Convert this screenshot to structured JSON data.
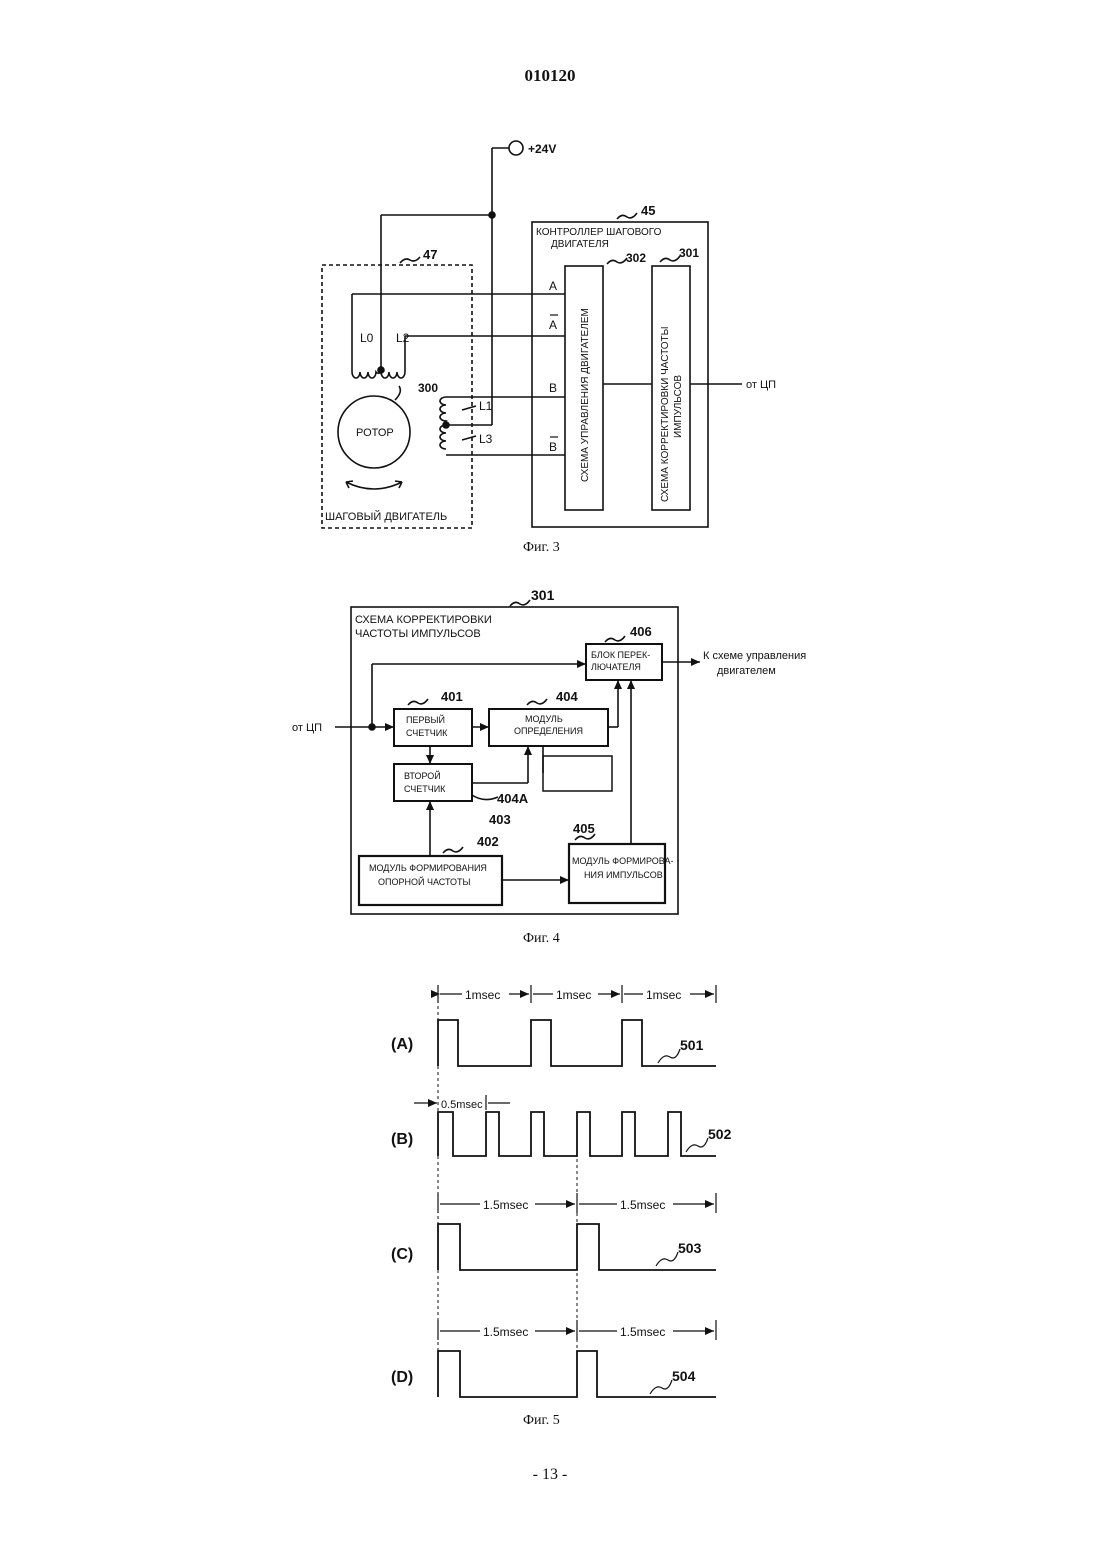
{
  "page": {
    "header": "010120",
    "footer": "- 13 -"
  },
  "fig3": {
    "caption": "Фиг. 3",
    "supply": "+24V",
    "controller_ref": "45",
    "controller_title_1": "КОНТРОЛЛЕР ШАГОВОГО",
    "controller_title_2": "ДВИГАТЕЛЯ",
    "motor_ref": "47",
    "motor_label": "ШАГОВЫЙ ДВИГАТЕЛЬ",
    "rotor_ref": "300",
    "rotor_label": "РОТОР",
    "coil_L0": "L0",
    "coil_L1": "L1",
    "coil_L2": "L2",
    "coil_L3": "L3",
    "terminal_A": "A",
    "terminal_A_bar": "A",
    "terminal_B": "B",
    "terminal_B_bar": "B",
    "drive_ref": "302",
    "drive_label": "СХЕМА УПРАВЛЕНИЯ ДВИГАТЕЛЕМ",
    "correction_ref": "301",
    "correction_label_1": "СХЕМА КОРРЕКТИРОВКИ ЧАСТОТЫ",
    "correction_label_2": "ИМПУЛЬСОВ",
    "input_label": "от ЦП"
  },
  "fig4": {
    "caption": "Фиг. 4",
    "block_ref": "301",
    "block_title_1": "СХЕМА КОРРЕКТИРОВКИ",
    "block_title_2": "ЧАСТОТЫ ИМПУЛЬСОВ",
    "input_label": "от ЦП",
    "output_label_1": "К схеме управления",
    "output_label_2": "двигателем",
    "switch_ref": "406",
    "switch_label_1": "БЛОК ПЕРЕК-",
    "switch_label_2": "ЛЮЧАТЕЛЯ",
    "counter1_ref": "401",
    "counter1_label_1": "ПЕРВЫЙ",
    "counter1_label_2": "СЧЕТЧИК",
    "detect_ref": "404",
    "detect_label_1": "МОДУЛЬ",
    "detect_label_2": "ОПРЕДЕЛЕНИЯ",
    "counter2_label_1": "ВТОРОЙ",
    "counter2_label_2": "СЧЕТЧИК",
    "counter2_ref": "403",
    "memory_ref": "404A",
    "refgen_ref": "402",
    "refgen_label_1": "МОДУЛЬ ФОРМИРОВАНИЯ",
    "refgen_label_2": "ОПОРНОЙ ЧАСТОТЫ",
    "pulsegen_ref": "405",
    "pulsegen_label_1": "МОДУЛЬ ФОРМИРОВА-",
    "pulsegen_label_2": "НИЯ ИМПУЛЬСОВ"
  },
  "fig5": {
    "caption": "Фиг. 5",
    "period_A": "1msec",
    "period_B": "0.5msec",
    "period_C": "1.5msec",
    "period_D": "1.5msec",
    "row_A": "(A)",
    "row_B": "(B)",
    "row_C": "(C)",
    "row_D": "(D)",
    "ref_A": "501",
    "ref_B": "502",
    "ref_C": "503",
    "ref_D": "504"
  }
}
